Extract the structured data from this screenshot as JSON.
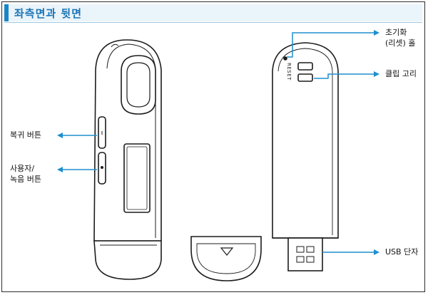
{
  "title": "좌측면과 뒷면",
  "labels": {
    "back_button": "복귀 버튼",
    "user_record_line1": "사용자/",
    "user_record_line2": "녹음 버튼",
    "reset_line1": "초기화",
    "reset_line2": "(리셋) 홀",
    "clip_ring": "클립 고리",
    "usb_terminal": "USB 단자",
    "reset_engraving": "RESET"
  },
  "colors": {
    "accent": "#1b86c6",
    "line": "#1c1c1c",
    "callout": "#1e8fce"
  },
  "icons": {
    "cap_triangle": "triangle-down-icon",
    "arrow": "arrow-icon"
  }
}
